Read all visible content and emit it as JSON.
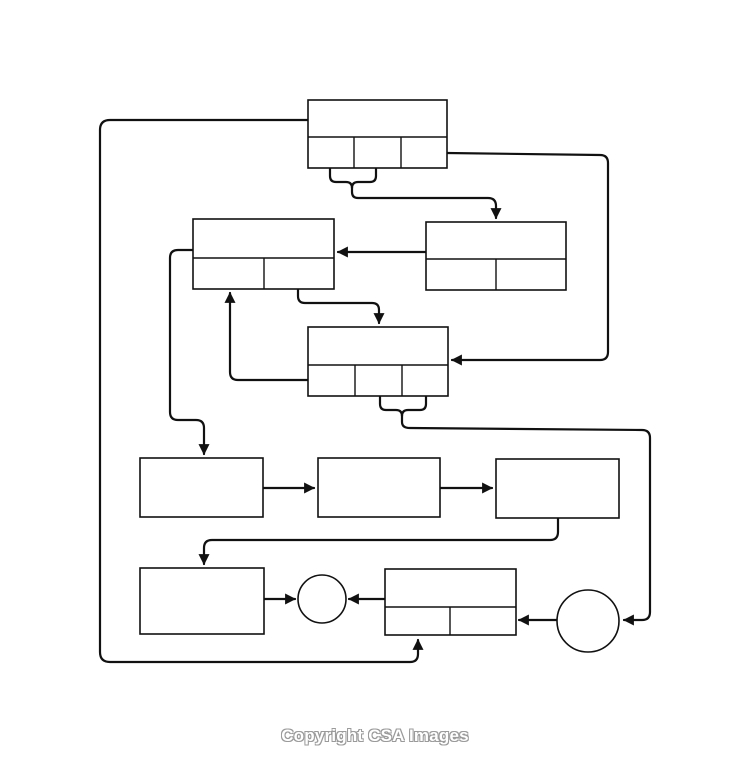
{
  "watermark": {
    "text": "Copyright CSA Images"
  },
  "diagram": {
    "type": "flowchart",
    "line_color": "#111111",
    "background_color": "#ffffff",
    "records": [
      {
        "id": "record-top",
        "cells": 3
      },
      {
        "id": "record-left",
        "cells": 2
      },
      {
        "id": "record-right",
        "cells": 2
      },
      {
        "id": "record-middle",
        "cells": 3
      },
      {
        "id": "record-bottom",
        "cells": 2
      }
    ],
    "process_boxes": [
      "process-row-1-a",
      "process-row-1-b",
      "process-row-1-c",
      "process-row-2-a"
    ],
    "circle_nodes": [
      "circle-small",
      "circle-large"
    ]
  }
}
